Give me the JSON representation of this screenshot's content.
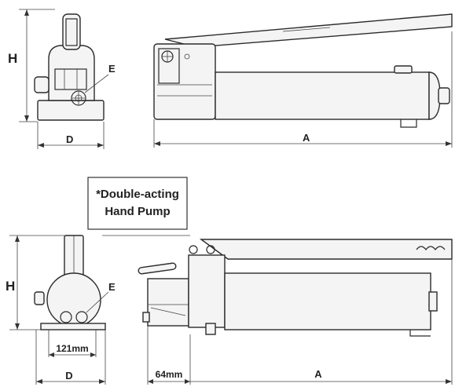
{
  "top_view": {
    "end_view": {
      "height_label": "H",
      "width_label": "D",
      "callout_label": "E"
    },
    "side_view": {
      "length_label": "A"
    }
  },
  "bottom_view": {
    "note": {
      "line1": "*Double-acting",
      "line2": "Hand Pump"
    },
    "end_view": {
      "height_label": "H",
      "width_label": "D",
      "callout_label": "E",
      "base_measure": "121mm"
    },
    "side_view": {
      "offset_measure": "64mm",
      "length_label": "A"
    }
  }
}
